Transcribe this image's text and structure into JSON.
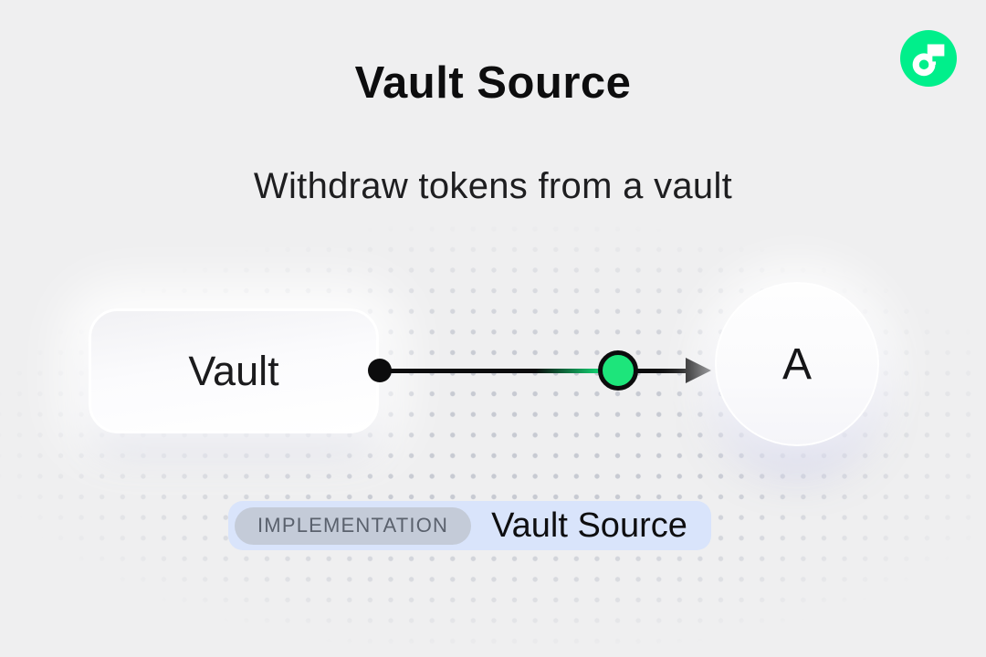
{
  "header": {
    "title": "Vault Source",
    "subtitle": "Withdraw tokens from a vault"
  },
  "logo": {
    "name": "flow-logo",
    "color": "#00EF8B"
  },
  "diagram": {
    "source_node": {
      "label": "Vault"
    },
    "target_node": {
      "label": "A"
    },
    "connector": {
      "line_color": "#0C0C0D",
      "event_dot_color": "#1DE57B",
      "direction": "left-to-right"
    }
  },
  "badge": {
    "tag": "IMPLEMENTATION",
    "label": "Vault Source",
    "container_color": "#D9E4FB",
    "tag_bg_color": "#C4CBD8",
    "tag_text_color": "#5A616D"
  },
  "colors": {
    "background": "#EFEFF0",
    "ink": "#0D0D0E",
    "dot_grid": "#C7CAD2",
    "accent_green": "#00EF8B"
  }
}
